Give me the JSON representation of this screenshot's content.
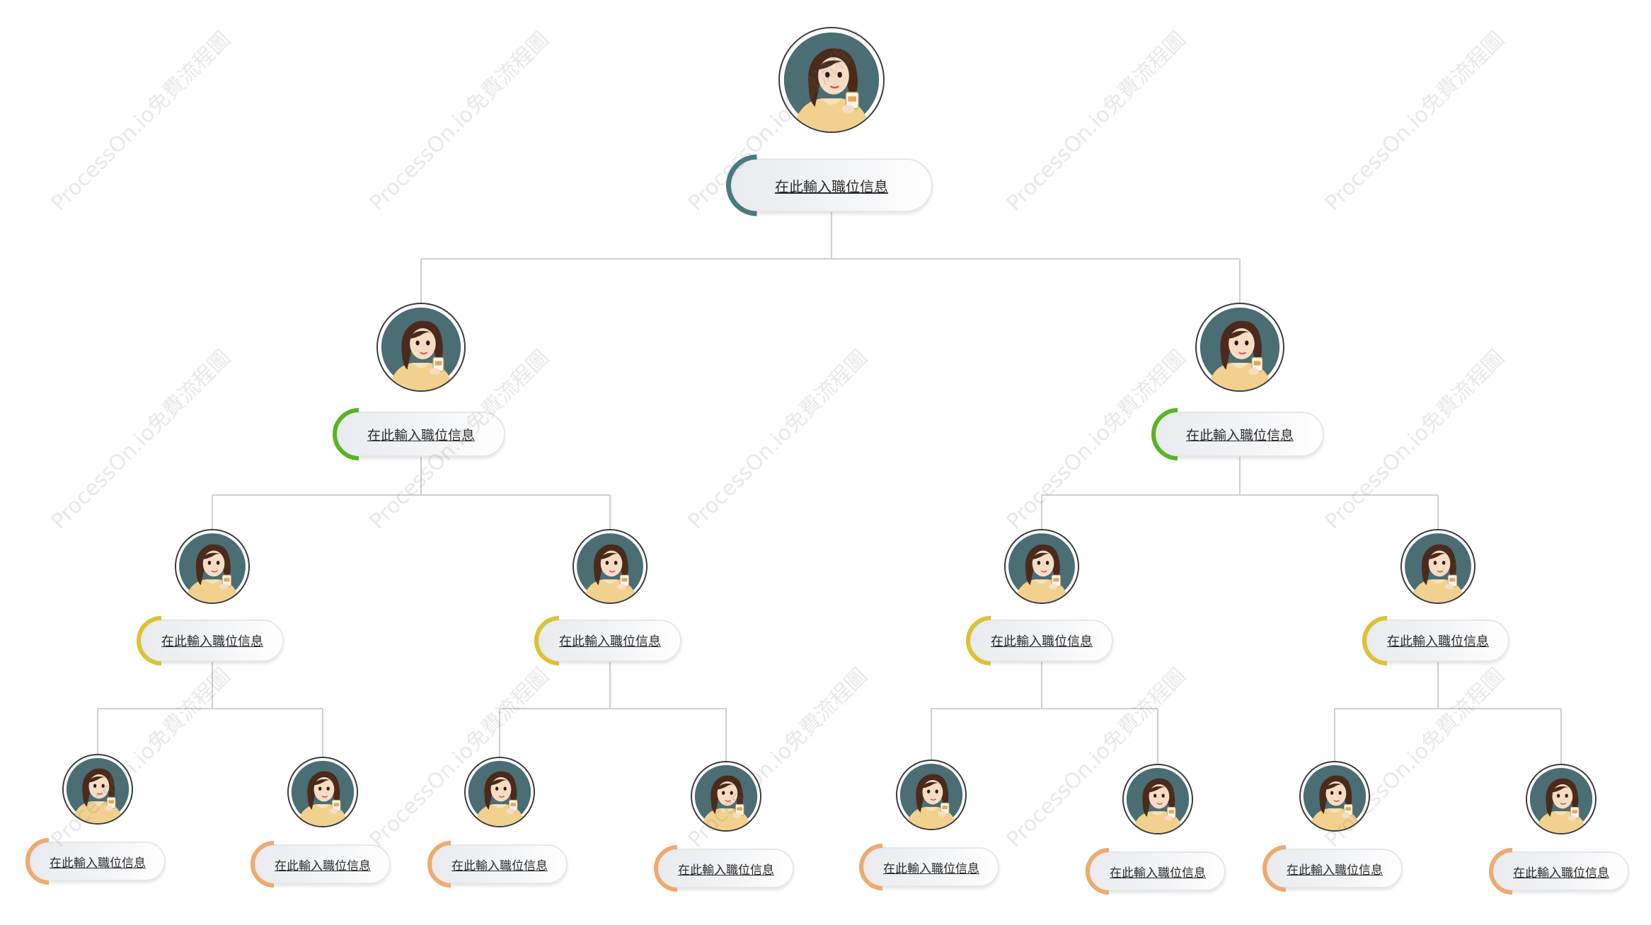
{
  "watermark": "ProcessOn.io免費流程圖",
  "colors": {
    "level0": "#4a7a80",
    "level1": "#5ab324",
    "level2": "#dcc233",
    "level3": "#eeaa70",
    "connector": "#cfcfcf"
  },
  "avatar_icon": "woman-avatar-icon",
  "tree": {
    "label": "在此輸入職位信息",
    "level": 0,
    "children": [
      {
        "label": "在此輸入職位信息",
        "level": 1,
        "children": [
          {
            "label": "在此輸入職位信息",
            "level": 2,
            "children": [
              {
                "label": "在此輸入職位信息",
                "level": 3,
                "children": []
              },
              {
                "label": "在此輸入職位信息",
                "level": 3,
                "children": []
              }
            ]
          },
          {
            "label": "在此輸入職位信息",
            "level": 2,
            "children": [
              {
                "label": "在此輸入職位信息",
                "level": 3,
                "children": []
              },
              {
                "label": "在此輸入職位信息",
                "level": 3,
                "children": []
              }
            ]
          }
        ]
      },
      {
        "label": "在此輸入職位信息",
        "level": 1,
        "children": [
          {
            "label": "在此輸入職位信息",
            "level": 2,
            "children": [
              {
                "label": "在此輸入職位信息",
                "level": 3,
                "children": []
              },
              {
                "label": "在此輸入職位信息",
                "level": 3,
                "children": []
              }
            ]
          },
          {
            "label": "在此輸入職位信息",
            "level": 2,
            "children": [
              {
                "label": "在此輸入職位信息",
                "level": 3,
                "children": []
              },
              {
                "label": "在此輸入職位信息",
                "level": 3,
                "children": []
              }
            ]
          }
        ]
      }
    ]
  }
}
